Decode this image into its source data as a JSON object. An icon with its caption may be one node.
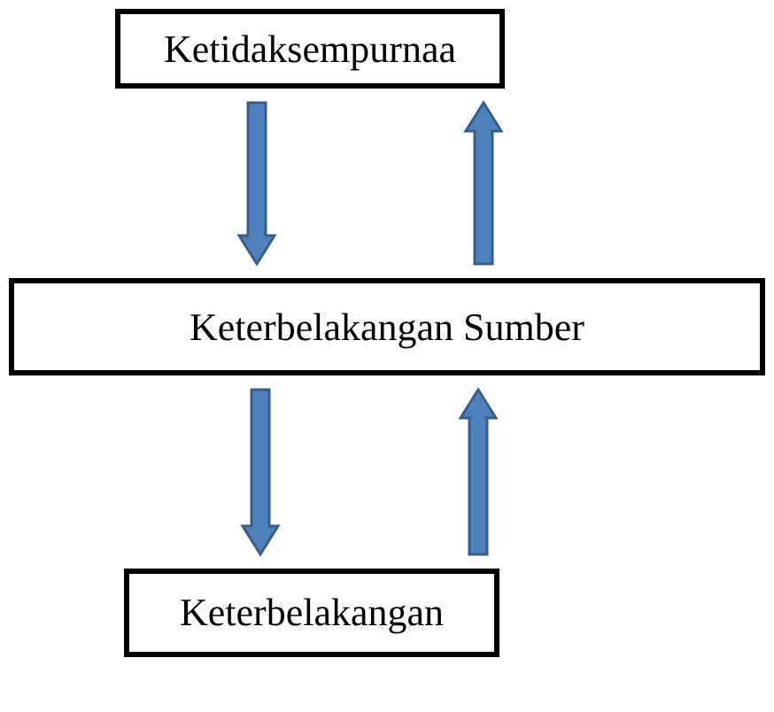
{
  "diagram": {
    "nodes": [
      {
        "text": [
          "Ketidaksempurnaa"
        ]
      },
      {
        "text": [
          "Keterbelakangan Sumber"
        ]
      },
      {
        "text": [
          "Keterbelakangan"
        ]
      }
    ],
    "edges": [
      {
        "from": 0,
        "to": 1,
        "arrow": "to"
      },
      {
        "from": 1,
        "to": 0,
        "arrow": "to"
      },
      {
        "from": 1,
        "to": 2,
        "arrow": "to"
      },
      {
        "from": 2,
        "to": 1,
        "arrow": "to"
      }
    ]
  }
}
